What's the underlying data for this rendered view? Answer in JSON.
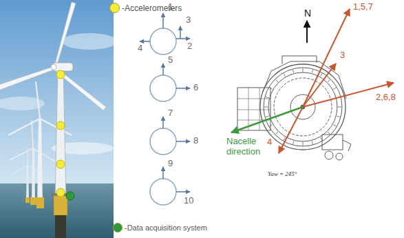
{
  "diagram": {
    "labels": [
      "1",
      "3",
      "4",
      "2",
      "5",
      "6",
      "7",
      "8",
      "9",
      "10",
      "N",
      "1,5,7",
      "3",
      "2,6,8",
      "4",
      "Nacelle direction",
      "Yaw = 245°"
    ],
    "legend": [
      {
        "text": "-Accelerometers",
        "color": "#f4ec3c"
      },
      {
        "text": "-Data acquisition system",
        "color": "#2f9a3b"
      }
    ]
  }
}
